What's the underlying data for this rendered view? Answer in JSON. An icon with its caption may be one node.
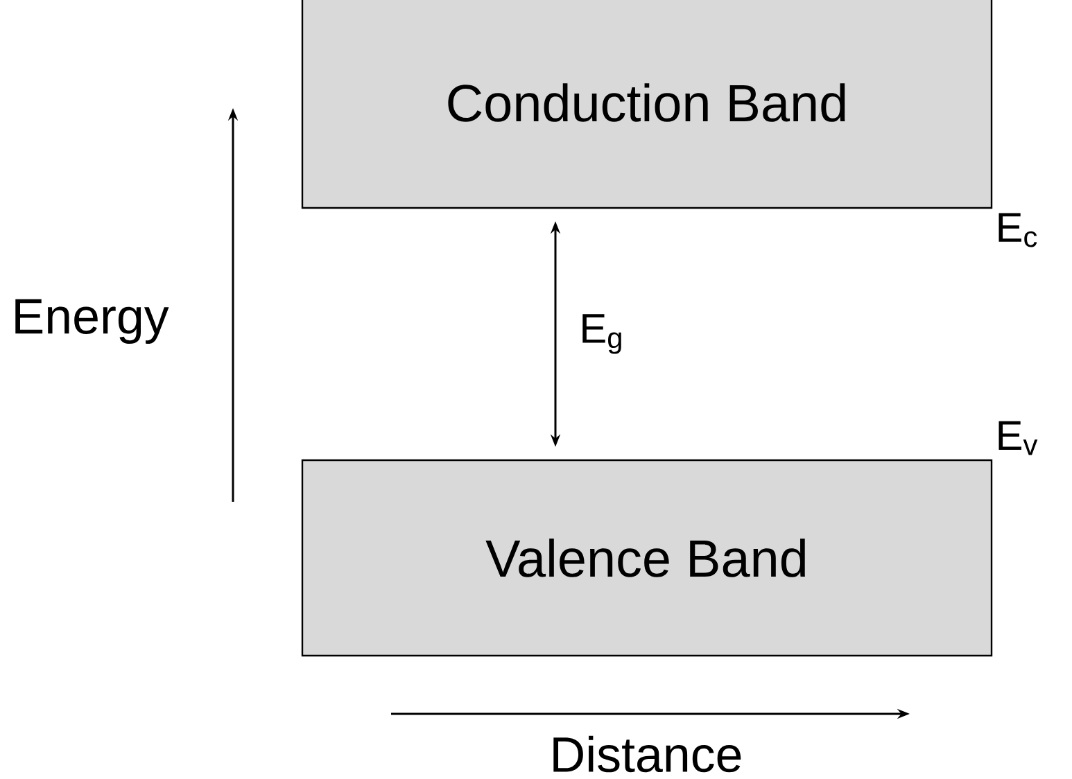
{
  "diagram": {
    "nodes": [
      {
        "text": [
          "Conduction Band"
        ],
        "beside": [
          "E$_{c}$"
        ]
      },
      {
        "text": [
          "Valence Band"
        ],
        "beside": [
          "E$_{v}$"
        ]
      }
    ],
    "edges": [
      {
        "from": 0,
        "to": 1,
        "arrow": "both",
        "label": "E$_{g}$"
      }
    ],
    "labels": [
      "Energy",
      "Distance"
    ]
  }
}
